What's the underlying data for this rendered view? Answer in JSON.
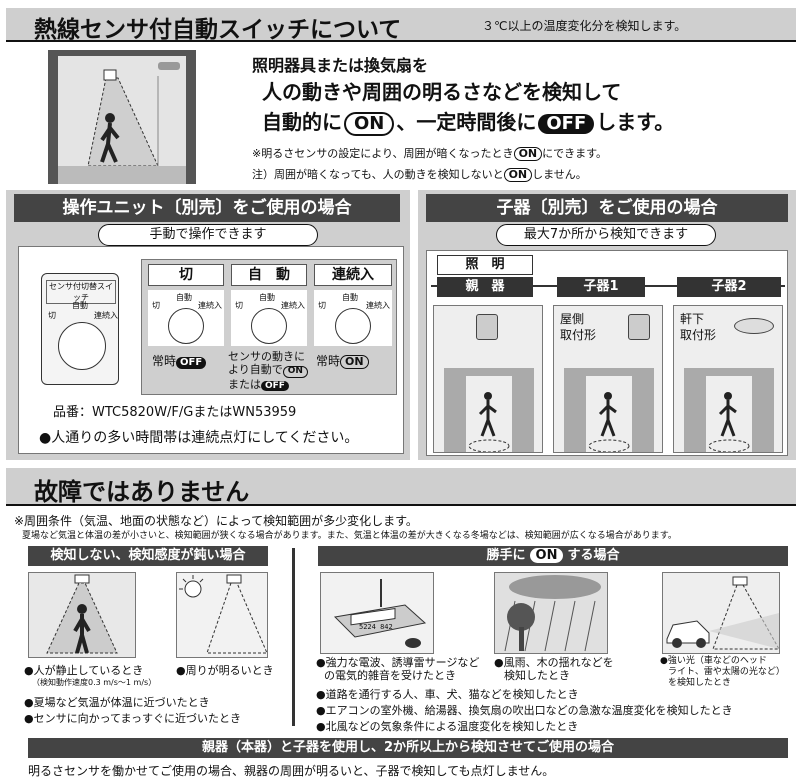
{
  "header": {
    "title": "熱線センサ付自動スイッチについて",
    "note": "３℃以上の温度変化分を検知します。"
  },
  "intro": {
    "line1": "照明器具または換気扇を",
    "line2": "人の動きや周囲の明るさなどを検知して",
    "line3_pre": "自動的に",
    "on": "ON",
    "line3_mid": "、一定時間後に",
    "off": "OFF",
    "line3_post": "します。",
    "note1_pre": "※明るさセンサの設定により、周囲が暗くなったとき",
    "note1_post": "にできます。",
    "note2_pre": "注）周囲が暗くなっても、人の動きを検知しないと",
    "note2_post": "しません。"
  },
  "unit_panel": {
    "title": "操作ユニット〔別売〕をご使用の場合",
    "subtitle": "手動で操作できます",
    "device_label": "センサ付切替スイッチ",
    "dial_labels": {
      "left": "切",
      "top": "自動",
      "right": "連続入"
    },
    "modes": [
      {
        "name": "切",
        "desc_pre": "常時",
        "badge": "OFF"
      },
      {
        "name": "自　動",
        "desc_line1": "センサの動きに",
        "desc_line2": "より自動で",
        "badge_on": "ON",
        "desc_line3": "または",
        "badge_off": "OFF"
      },
      {
        "name": "連続入",
        "desc_pre": "常時",
        "badge": "ON"
      }
    ],
    "part_no": "品番：WTC5820W/F/GまたはWN53959",
    "tip": "●人通りの多い時間帯は連続点灯にしてください。"
  },
  "child_panel": {
    "title": "子器〔別売〕をご使用の場合",
    "subtitle": "最大7か所から検知できます",
    "light_label": "照　明",
    "parent_label": "親　器",
    "child1": "子器1",
    "child2": "子器2",
    "child1_desc_l1": "屋側",
    "child1_desc_l2": "取付形",
    "child2_desc_l1": "軒下",
    "child2_desc_l2": "取付形"
  },
  "fault": {
    "title": "故障ではありません",
    "note1": "※周囲条件（気温、地面の状態など）によって検知範囲が多少変化します。",
    "note2": "夏場など気温と体温の差が小さいと、検知範囲が狭くなる場合があります。また、気温と体温の差が大きくなる冬場などは、検知範囲が広くなる場合があります。",
    "left_title": "検知しない、検知感度が鈍い場合",
    "left_items": {
      "a": "●人が静止しているとき",
      "a_sub": "（検知動作速度0.3 m/s〜1 m/s）",
      "b": "●周りが明るいとき",
      "c": "●夏場など気温が体温に近づいたとき",
      "d": "●センサに向かってまっすぐに近づいたとき"
    },
    "right_title_pre": "勝手に",
    "right_title_badge": "ON",
    "right_title_post": "する場合",
    "right_items": {
      "a_l1": "●強力な電波、誘導雷サージなど",
      "a_l2": "の電気的雑音を受けたとき",
      "b_l1": "●風雨、木の揺れなどを",
      "b_l2": "検知したとき",
      "c_l1": "●強い光（車などのヘッド",
      "c_l2": "ライト、雷や太陽の光など）",
      "c_l3": "を検知したとき",
      "d": "●道路を通行する人、車、犬、猫などを検知したとき",
      "e": "●エアコンの室外機、給湯器、換気扇の吹出口などの急激な温度変化を検知したとき",
      "f": "●北風などの気象条件による温度変化を検知したとき"
    },
    "radio_display": "5224 842"
  },
  "footer": {
    "title": "親器（本器）と子器を使用し、2か所以上から検知させてご使用の場合",
    "text": "明るさセンサを働かせてご使用の場合、親器の周囲が明るいと、子器で検知しても点灯しません。"
  }
}
